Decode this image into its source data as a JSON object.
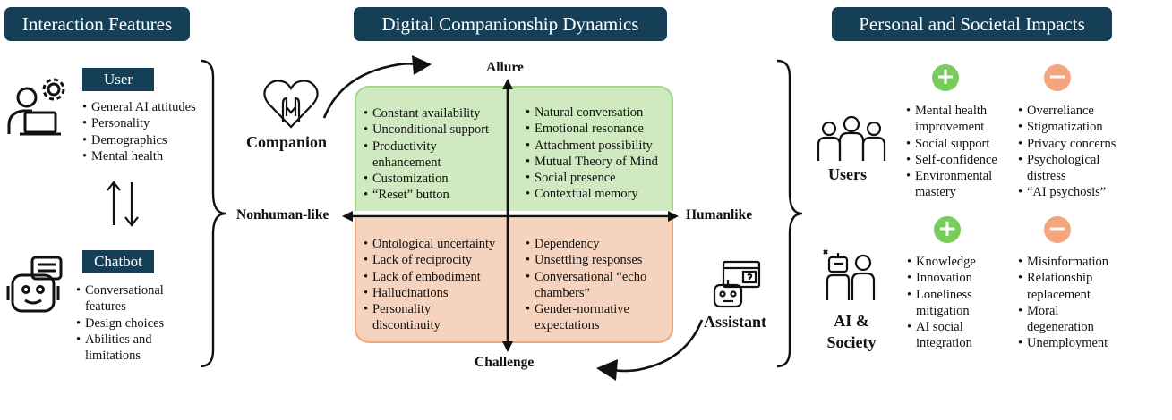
{
  "headers": {
    "left": "Interaction Features",
    "center": "Digital Companionship Dynamics",
    "right": "Personal and Societal Impacts"
  },
  "interaction": {
    "user": {
      "label": "User",
      "items": [
        "General AI attitudes",
        "Personality",
        "Demographics",
        "Mental health"
      ]
    },
    "chatbot": {
      "label": "Chatbot",
      "items": [
        "Conversational features",
        "Design choices",
        "Abilities and limitations"
      ]
    }
  },
  "dynamics": {
    "axes": {
      "top": "Allure",
      "bottom": "Challenge",
      "left": "Nonhuman-like",
      "right": "Humanlike"
    },
    "roles": {
      "companion": "Companion",
      "assistant": "Assistant"
    },
    "quadrants": {
      "top_left": [
        "Constant availability",
        "Unconditional support",
        "Productivity enhancement",
        "Customization",
        "“Reset” button"
      ],
      "top_right": [
        "Natural conversation",
        "Emotional resonance",
        "Attachment possibility",
        "Mutual Theory of Mind",
        "Social presence",
        "Contextual memory"
      ],
      "bottom_left": [
        "Ontological uncertainty",
        "Lack of reciprocity",
        "Lack of embodiment",
        "Hallucinations",
        "Personality discontinuity"
      ],
      "bottom_right": [
        "Dependency",
        "Unsettling responses",
        "Conversational “echo chambers”",
        "Gender-normative expectations"
      ]
    }
  },
  "impacts": {
    "users": {
      "label": "Users",
      "positive": [
        "Mental health improvement",
        "Social support",
        "Self-confidence",
        "Environmental mastery"
      ],
      "negative": [
        "Overreliance",
        "Stigmatization",
        "Privacy concerns",
        "Psychological distress",
        "“AI psychosis”"
      ]
    },
    "ai_society": {
      "label": "AI & Society",
      "positive": [
        "Knowledge",
        "Innovation",
        "Loneliness mitigation",
        "AI social integration"
      ],
      "negative": [
        "Misinformation",
        "Relationship replacement",
        "Moral degeneration",
        "Unemployment"
      ]
    },
    "signs": {
      "plus": "+",
      "minus": "−"
    }
  },
  "icons": [
    "user-laptop-gear-icon",
    "chatbot-robot-icon",
    "heart-hands-icon",
    "assistant-robot-icon",
    "users-group-icon",
    "ai-society-icon",
    "bidirectional-arrows-icon"
  ],
  "colors": {
    "header_bg": "#143f57",
    "allure_quadrant": "#cfeac0",
    "challenge_quadrant": "#f5d3bf",
    "positive": "#77cc5b",
    "negative": "#f4a57d"
  }
}
